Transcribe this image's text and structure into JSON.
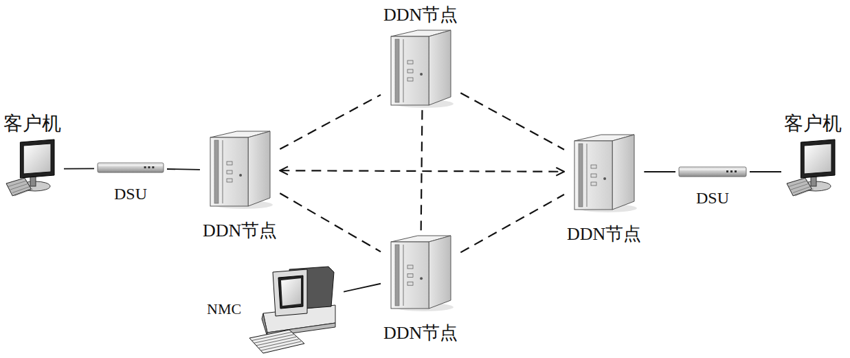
{
  "diagram": {
    "nodes": [
      {
        "text": [
          "DDN节点"
        ]
      },
      {
        "text": [
          "客户机"
        ]
      },
      {
        "text": [
          "DSU"
        ]
      },
      {
        "text": [
          "DDN节点"
        ]
      },
      {
        "text": [
          "DDN节点"
        ]
      },
      {
        "text": [
          "DSU"
        ]
      },
      {
        "text": [
          "客户机"
        ]
      },
      {
        "text": [
          "NMC"
        ]
      },
      {
        "text": [
          "DDN节点"
        ]
      }
    ],
    "edges": [
      {
        "from": 1,
        "to": 2,
        "arrow": "none"
      },
      {
        "from": 2,
        "to": 3,
        "arrow": "none"
      },
      {
        "from": 3,
        "to": 0,
        "arrow": "none"
      },
      {
        "from": 3,
        "to": 4,
        "arrow": "both"
      },
      {
        "from": 3,
        "to": 8,
        "arrow": "none"
      },
      {
        "from": 0,
        "to": 4,
        "arrow": "none"
      },
      {
        "from": 0,
        "to": 8,
        "arrow": "none"
      },
      {
        "from": 8,
        "to": 4,
        "arrow": "none"
      },
      {
        "from": 4,
        "to": 5,
        "arrow": "none"
      },
      {
        "from": 5,
        "to": 6,
        "arrow": "none"
      },
      {
        "from": 7,
        "to": 8,
        "arrow": "none"
      }
    ]
  }
}
